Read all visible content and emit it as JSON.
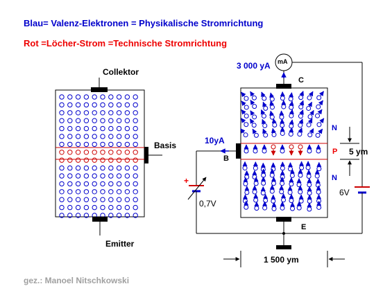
{
  "legend": {
    "blue_line": "Blau= Valenz-Elektronen = Physikalische Stromrichtung",
    "red_line": "Rot =Löcher-Strom =Technische Stromrichtung"
  },
  "left_transistor": {
    "collector_label": "Collektor",
    "base_label": "Basis",
    "emitter_label": "Emitter"
  },
  "right_transistor": {
    "collector_current": "3 000 yA",
    "meter_label": "mA",
    "base_current": "10yA",
    "terminal_c": "C",
    "terminal_b": "B",
    "terminal_e": "E",
    "layer_top": "N",
    "layer_mid": "P",
    "layer_bottom": "N",
    "base_width": "5 ym",
    "device_width": "1 500 ym",
    "base_voltage": "0,7V",
    "collector_voltage": "6V",
    "polarity_plus": "+"
  },
  "credit": "gez.: Manoel  Nitschkowski",
  "colors": {
    "electron": "#0000cc",
    "hole": "#cc0000",
    "legend_blue": "#0000cc",
    "legend_red": "#ee0000",
    "credit_gray": "#a0a0a0",
    "wire": "#000000"
  }
}
